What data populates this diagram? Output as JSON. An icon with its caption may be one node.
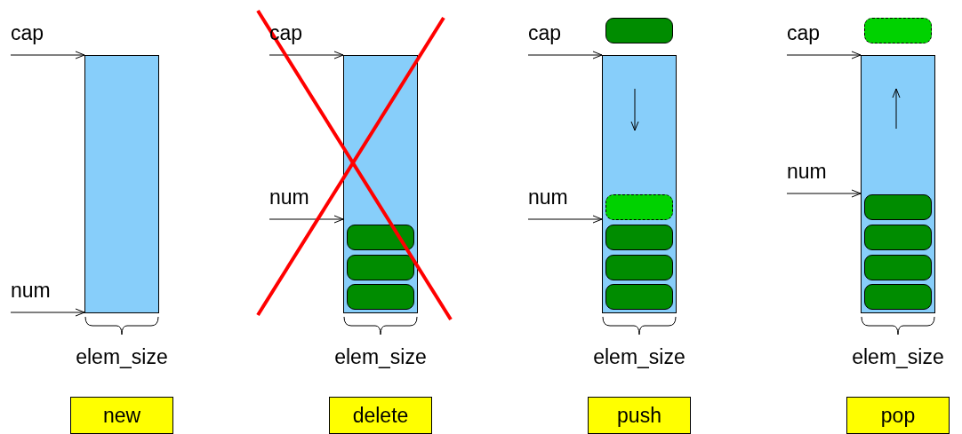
{
  "diagram": {
    "nodes": [
      {
        "text": [
          "cap"
        ]
      },
      {
        "text": [],
        "shape": "bar"
      },
      {
        "text": [
          "num"
        ]
      },
      {
        "text": [
          "new"
        ]
      },
      {
        "text": [
          "cap"
        ]
      },
      {
        "text": [],
        "shape": "bar"
      },
      {
        "text": [],
        "shape": "box",
        "in": 5
      },
      {
        "text": [],
        "shape": "box",
        "in": 5
      },
      {
        "text": [],
        "shape": "box",
        "in": 5
      },
      {
        "text": [
          "num"
        ]
      },
      {
        "text": [
          "delete"
        ]
      },
      {
        "text": [
          "cap"
        ]
      },
      {
        "text": [],
        "shape": "box"
      },
      {
        "text": [],
        "shape": "bar"
      },
      {
        "text": [],
        "shape": "box",
        "in": 13
      },
      {
        "text": [],
        "shape": "box",
        "in": 13
      },
      {
        "text": [],
        "shape": "box",
        "in": 13
      },
      {
        "text": [],
        "shape": "box",
        "in": 13
      },
      {
        "text": [
          "num"
        ]
      },
      {
        "text": [
          "push"
        ]
      },
      {
        "text": [
          "cap"
        ]
      },
      {
        "text": [],
        "shape": "box"
      },
      {
        "text": [],
        "shape": "bar"
      },
      {
        "text": [],
        "shape": "box",
        "in": 22
      },
      {
        "text": [],
        "shape": "box",
        "in": 22
      },
      {
        "text": [],
        "shape": "box",
        "in": 22
      },
      {
        "text": [],
        "shape": "box",
        "in": 22
      },
      {
        "text": [
          "num"
        ]
      },
      {
        "text": [
          "pop"
        ]
      }
    ],
    "edges": [
      {
        "from": 0,
        "to": 1,
        "arrow": "to"
      },
      {
        "from": 2,
        "to": 1,
        "arrow": "to"
      },
      {
        "from": 4,
        "to": 5,
        "arrow": "to"
      },
      {
        "from": 9,
        "to": 5,
        "arrow": "to"
      },
      {
        "from": 11,
        "to": 13,
        "arrow": "to"
      },
      {
        "from": 18,
        "to": 13,
        "arrow": "to"
      },
      {
        "from": 20,
        "to": 22,
        "arrow": "to"
      },
      {
        "from": 27,
        "to": 22,
        "arrow": "to"
      }
    ],
    "labels": [
      "elem_size",
      "elem_size",
      "elem_size",
      "elem_size"
    ]
  }
}
